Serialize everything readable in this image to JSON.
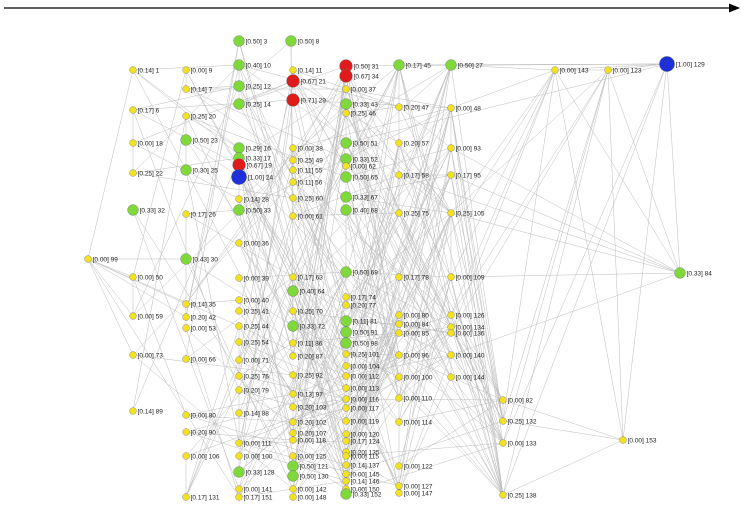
{
  "colors": {
    "yellow": "#f5e21e",
    "green": "#7fd93a",
    "red": "#e01b1b",
    "blue": "#1e2fd8",
    "edge": "#bdbdbd",
    "arrow": "#000000"
  },
  "nodes": [
    {
      "id": "n1",
      "label": "[0.14] 1",
      "c": "yellow"
    },
    {
      "id": "n2",
      "label": "[0.50] 3",
      "c": "green"
    },
    {
      "id": "n3",
      "label": "[0.50] 8",
      "c": "green"
    },
    {
      "id": "n4",
      "label": "[0.00] 9",
      "c": "yellow"
    },
    {
      "id": "n5",
      "label": "[0.40] 10",
      "c": "green"
    },
    {
      "id": "n6",
      "label": "[0.14] 11",
      "c": "yellow"
    },
    {
      "id": "n7",
      "label": "[0.50] 31",
      "c": "red"
    },
    {
      "id": "n8",
      "label": "[0.17] 45",
      "c": "green"
    },
    {
      "id": "n9",
      "label": "[0.50] 27",
      "c": "green"
    },
    {
      "id": "n10",
      "label": "[0.00] 143",
      "c": "yellow"
    },
    {
      "id": "n11",
      "label": "[0.00] 123",
      "c": "yellow"
    },
    {
      "id": "n12",
      "label": "[1.00] 129",
      "c": "blue"
    },
    {
      "id": "n13",
      "label": "[0.14] 7",
      "c": "yellow"
    },
    {
      "id": "n14",
      "label": "[0.25] 12",
      "c": "green"
    },
    {
      "id": "n15",
      "label": "[0.67] 21",
      "c": "red"
    },
    {
      "id": "n16",
      "label": "[0.67] 34",
      "c": "red"
    },
    {
      "id": "n17",
      "label": "[0.00] 37",
      "c": "yellow"
    },
    {
      "id": "n18",
      "label": "[0.17] 6",
      "c": "yellow"
    },
    {
      "id": "n19",
      "label": "[0.25] 14",
      "c": "green"
    },
    {
      "id": "n20",
      "label": "[0.71] 29",
      "c": "red"
    },
    {
      "id": "n21",
      "label": "[0.33] 43",
      "c": "green"
    },
    {
      "id": "n22",
      "label": "[0.20] 47",
      "c": "yellow"
    },
    {
      "id": "n23",
      "label": "[0.00] 48",
      "c": "yellow"
    },
    {
      "id": "n24",
      "label": "[0.25] 20",
      "c": "yellow"
    },
    {
      "id": "n25",
      "label": "[0.25] 46",
      "c": "yellow"
    },
    {
      "id": "n26",
      "label": "[0.00] 18",
      "c": "yellow"
    },
    {
      "id": "n27",
      "label": "[0.50] 23",
      "c": "green"
    },
    {
      "id": "n28",
      "label": "[0.29] 16",
      "c": "green"
    },
    {
      "id": "n29",
      "label": "[0.00] 38",
      "c": "yellow"
    },
    {
      "id": "n30",
      "label": "[0.50] 51",
      "c": "green"
    },
    {
      "id": "n31",
      "label": "[0.20] 57",
      "c": "yellow"
    },
    {
      "id": "n32",
      "label": "[0.00] 93",
      "c": "yellow"
    },
    {
      "id": "n33",
      "label": "[0.33] 17",
      "c": "green"
    },
    {
      "id": "n34",
      "label": "[0.25] 49",
      "c": "yellow"
    },
    {
      "id": "n35",
      "label": "[0.33] 52",
      "c": "green"
    },
    {
      "id": "n36",
      "label": "[0.25] 22",
      "c": "yellow"
    },
    {
      "id": "n37",
      "label": "[0.30] 25",
      "c": "green"
    },
    {
      "id": "n38",
      "label": "[0.67] 19",
      "c": "red"
    },
    {
      "id": "n39",
      "label": "[0.11] 55",
      "c": "yellow"
    },
    {
      "id": "n40",
      "label": "[0.00] 62",
      "c": "yellow"
    },
    {
      "id": "n41",
      "label": "[0.17] 58",
      "c": "yellow"
    },
    {
      "id": "n42",
      "label": "[0.17] 95",
      "c": "yellow"
    },
    {
      "id": "n43",
      "label": "[1.00] 24",
      "c": "blue"
    },
    {
      "id": "n44",
      "label": "[0.11] 56",
      "c": "yellow"
    },
    {
      "id": "n45",
      "label": "[0.50] 65",
      "c": "green"
    },
    {
      "id": "n46",
      "label": "[0.14] 28",
      "c": "yellow"
    },
    {
      "id": "n47",
      "label": "[0.25] 60",
      "c": "yellow"
    },
    {
      "id": "n48",
      "label": "[0.33] 67",
      "c": "green"
    },
    {
      "id": "n49",
      "label": "[0.33] 32",
      "c": "green"
    },
    {
      "id": "n50",
      "label": "[0.17] 26",
      "c": "yellow"
    },
    {
      "id": "n51",
      "label": "[0.50] 33",
      "c": "green"
    },
    {
      "id": "n52",
      "label": "[0.00] 61",
      "c": "yellow"
    },
    {
      "id": "n53",
      "label": "[0.40] 68",
      "c": "green"
    },
    {
      "id": "n54",
      "label": "[0.25] 75",
      "c": "yellow"
    },
    {
      "id": "n55",
      "label": "[0.25] 105",
      "c": "yellow"
    },
    {
      "id": "n56",
      "label": "[0.00] 36",
      "c": "yellow"
    },
    {
      "id": "n57",
      "label": "[0.00] 99",
      "c": "yellow"
    },
    {
      "id": "n58",
      "label": "[0.43] 30",
      "c": "green"
    },
    {
      "id": "n59",
      "label": "[0.00] 50",
      "c": "yellow"
    },
    {
      "id": "n60",
      "label": "[0.00] 39",
      "c": "yellow"
    },
    {
      "id": "n61",
      "label": "[0.17] 63",
      "c": "yellow"
    },
    {
      "id": "n62",
      "label": "[0.50] 69",
      "c": "green"
    },
    {
      "id": "n63",
      "label": "[0.17] 78",
      "c": "yellow"
    },
    {
      "id": "n64",
      "label": "[0.00] 109",
      "c": "yellow"
    },
    {
      "id": "n65",
      "label": "[0.33] 84",
      "c": "green"
    },
    {
      "id": "n66",
      "label": "[0.40] 64",
      "c": "green"
    },
    {
      "id": "n67",
      "label": "[0.17] 74",
      "c": "yellow"
    },
    {
      "id": "n68",
      "label": "[0.14] 35",
      "c": "yellow"
    },
    {
      "id": "n69",
      "label": "[0.00] 40",
      "c": "yellow"
    },
    {
      "id": "n70",
      "label": "[0.20] 77",
      "c": "yellow"
    },
    {
      "id": "n71",
      "label": "[0.25] 41",
      "c": "yellow"
    },
    {
      "id": "n72",
      "label": "[0.25] 70",
      "c": "yellow"
    },
    {
      "id": "n73",
      "label": "[0.00] 59",
      "c": "yellow"
    },
    {
      "id": "n74",
      "label": "[0.20] 42",
      "c": "yellow"
    },
    {
      "id": "n75",
      "label": "[0.11] 81",
      "c": "green"
    },
    {
      "id": "n76",
      "label": "[0.00] 80",
      "c": "yellow"
    },
    {
      "id": "n77",
      "label": "[0.00] 126",
      "c": "yellow"
    },
    {
      "id": "n78",
      "label": "[0.00] 53",
      "c": "yellow"
    },
    {
      "id": "n79",
      "label": "[0.25] 44",
      "c": "yellow"
    },
    {
      "id": "n80",
      "label": "[0.33] 72",
      "c": "green"
    },
    {
      "id": "n81",
      "label": "[0.50] 91",
      "c": "green"
    },
    {
      "id": "n82",
      "label": "[0.00] 84",
      "c": "yellow"
    },
    {
      "id": "n83",
      "label": "[0.00] 134",
      "c": "yellow"
    },
    {
      "id": "n84",
      "label": "[0.00] 85",
      "c": "yellow"
    },
    {
      "id": "n85",
      "label": "[0.00] 136",
      "c": "yellow"
    },
    {
      "id": "n86",
      "label": "[0.25] 54",
      "c": "yellow"
    },
    {
      "id": "n87",
      "label": "[0.11] 86",
      "c": "yellow"
    },
    {
      "id": "n88",
      "label": "[0.50] 98",
      "c": "green"
    },
    {
      "id": "n89",
      "label": "[0.00] 73",
      "c": "yellow"
    },
    {
      "id": "n90",
      "label": "[0.00] 66",
      "c": "yellow"
    },
    {
      "id": "n91",
      "label": "[0.20] 87",
      "c": "yellow"
    },
    {
      "id": "n92",
      "label": "[0.25] 101",
      "c": "yellow"
    },
    {
      "id": "n93",
      "label": "[0.00] 96",
      "c": "yellow"
    },
    {
      "id": "n94",
      "label": "[0.00] 140",
      "c": "yellow"
    },
    {
      "id": "n95",
      "label": "[0.00] 71",
      "c": "yellow"
    },
    {
      "id": "n96",
      "label": "[0.00] 104",
      "c": "yellow"
    },
    {
      "id": "n97",
      "label": "[0.25] 76",
      "c": "yellow"
    },
    {
      "id": "n98",
      "label": "[0.25] 92",
      "c": "yellow"
    },
    {
      "id": "n99",
      "label": "[0.00] 112",
      "c": "yellow"
    },
    {
      "id": "n100",
      "label": "[0.00] 100",
      "c": "yellow"
    },
    {
      "id": "n101",
      "label": "[0.00] 144",
      "c": "yellow"
    },
    {
      "id": "n102",
      "label": "[0.20] 79",
      "c": "yellow"
    },
    {
      "id": "n103",
      "label": "[0.13] 97",
      "c": "yellow"
    },
    {
      "id": "n104",
      "label": "[0.00] 113",
      "c": "yellow"
    },
    {
      "id": "n105",
      "label": "[0.00] 82",
      "c": "yellow"
    },
    {
      "id": "n106",
      "label": "[0.14] 89",
      "c": "yellow"
    },
    {
      "id": "n107",
      "label": "[0.00] 116",
      "c": "yellow"
    },
    {
      "id": "n108",
      "label": "[0.00] 110",
      "c": "yellow"
    },
    {
      "id": "n109",
      "label": "[0.20] 103",
      "c": "yellow"
    },
    {
      "id": "n110",
      "label": "[0.00] 117",
      "c": "yellow"
    },
    {
      "id": "n111",
      "label": "[0.14] 88",
      "c": "yellow"
    },
    {
      "id": "n112",
      "label": "[0.00] 80",
      "c": "yellow"
    },
    {
      "id": "n113",
      "label": "[0.25] 132",
      "c": "yellow"
    },
    {
      "id": "n114",
      "label": "[0.20] 102",
      "c": "yellow"
    },
    {
      "id": "n115",
      "label": "[0.00] 119",
      "c": "yellow"
    },
    {
      "id": "n116",
      "label": "[0.00] 114",
      "c": "yellow"
    },
    {
      "id": "n117",
      "label": "[0.20] 90",
      "c": "yellow"
    },
    {
      "id": "n118",
      "label": "[0.20] 107",
      "c": "yellow"
    },
    {
      "id": "n119",
      "label": "[0.00] 120",
      "c": "yellow"
    },
    {
      "id": "n120",
      "label": "[0.00] 111",
      "c": "yellow"
    },
    {
      "id": "n121",
      "label": "[0.17] 124",
      "c": "yellow"
    },
    {
      "id": "n122",
      "label": "[0.00] 118",
      "c": "yellow"
    },
    {
      "id": "n123",
      "label": "[0.00] 133",
      "c": "yellow"
    },
    {
      "id": "n124",
      "label": "[0.00] 153",
      "c": "yellow"
    },
    {
      "id": "n125",
      "label": "[0.00] 100",
      "c": "yellow"
    },
    {
      "id": "n126",
      "label": "[0.20] 135",
      "c": "yellow"
    },
    {
      "id": "n127",
      "label": "[0.00] 106",
      "c": "yellow"
    },
    {
      "id": "n128",
      "label": "[0.00] 125",
      "c": "yellow"
    },
    {
      "id": "n129",
      "label": "[0.00] 115",
      "c": "yellow"
    },
    {
      "id": "n130",
      "label": "[0.50] 121",
      "c": "green"
    },
    {
      "id": "n131",
      "label": "[0.14] 137",
      "c": "yellow"
    },
    {
      "id": "n132",
      "label": "[0.00] 122",
      "c": "yellow"
    },
    {
      "id": "n133",
      "label": "[0.33] 128",
      "c": "green"
    },
    {
      "id": "n134",
      "label": "[0.50] 130",
      "c": "green"
    },
    {
      "id": "n135",
      "label": "[0.00] 145",
      "c": "yellow"
    },
    {
      "id": "n136",
      "label": "[0.14] 146",
      "c": "yellow"
    },
    {
      "id": "n137",
      "label": "[0.00] 127",
      "c": "yellow"
    },
    {
      "id": "n138",
      "label": "[0.00] 141",
      "c": "yellow"
    },
    {
      "id": "n139",
      "label": "[0.00] 142",
      "c": "yellow"
    },
    {
      "id": "n140",
      "label": "[0.00] 150",
      "c": "yellow"
    },
    {
      "id": "n141",
      "label": "[0.00] 147",
      "c": "yellow"
    },
    {
      "id": "n142",
      "label": "[0.17] 131",
      "c": "yellow"
    },
    {
      "id": "n143",
      "label": "[0.17] 151",
      "c": "yellow"
    },
    {
      "id": "n144",
      "label": "[0.00] 148",
      "c": "yellow"
    },
    {
      "id": "n145",
      "label": "[0.33] 152",
      "c": "green"
    },
    {
      "id": "n146",
      "label": "[0.25] 138",
      "c": "yellow"
    }
  ]
}
